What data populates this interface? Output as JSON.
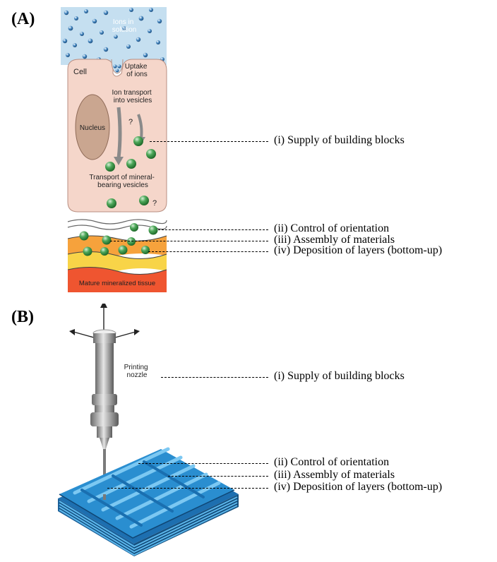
{
  "panels": {
    "a_label": "(A)",
    "b_label": "(B)"
  },
  "figure_a": {
    "ions_in_solution": [
      "Ions in",
      "solution"
    ],
    "cell": "Cell",
    "uptake": [
      "Uptake",
      "of ions"
    ],
    "ion_transport": [
      "Ion transport",
      "into vesicles"
    ],
    "nucleus": "Nucleus",
    "question_mark": "?",
    "transport_vesicles": [
      "Transport of mineral-",
      "bearing vesicles"
    ],
    "mature_tissue": "Mature mineralized tissue"
  },
  "figure_b": {
    "printing_nozzle": [
      "Printing",
      "nozzle"
    ]
  },
  "annotations_a": [
    "(i) Supply of building blocks",
    "(ii) Control of orientation",
    "(iii) Assembly of materials",
    "(iv) Deposition of layers (bottom-up)"
  ],
  "annotations_b": [
    "(i) Supply of building blocks",
    "(ii) Control of orientation",
    "(iii) Assembly of materials",
    "(iv) Deposition of layers (bottom-up)"
  ],
  "colors": {
    "solution": "#bcd9ea",
    "ion": "#2f6fa6",
    "cell": "#f4d4c8",
    "nucleus": "#c9a48e",
    "vesicle": "#3f9a4a",
    "layer_orange": "#f6a23c",
    "layer_yellow": "#f8d448",
    "layer_red": "#ef5530",
    "scaffold": "#2a8ed0"
  }
}
